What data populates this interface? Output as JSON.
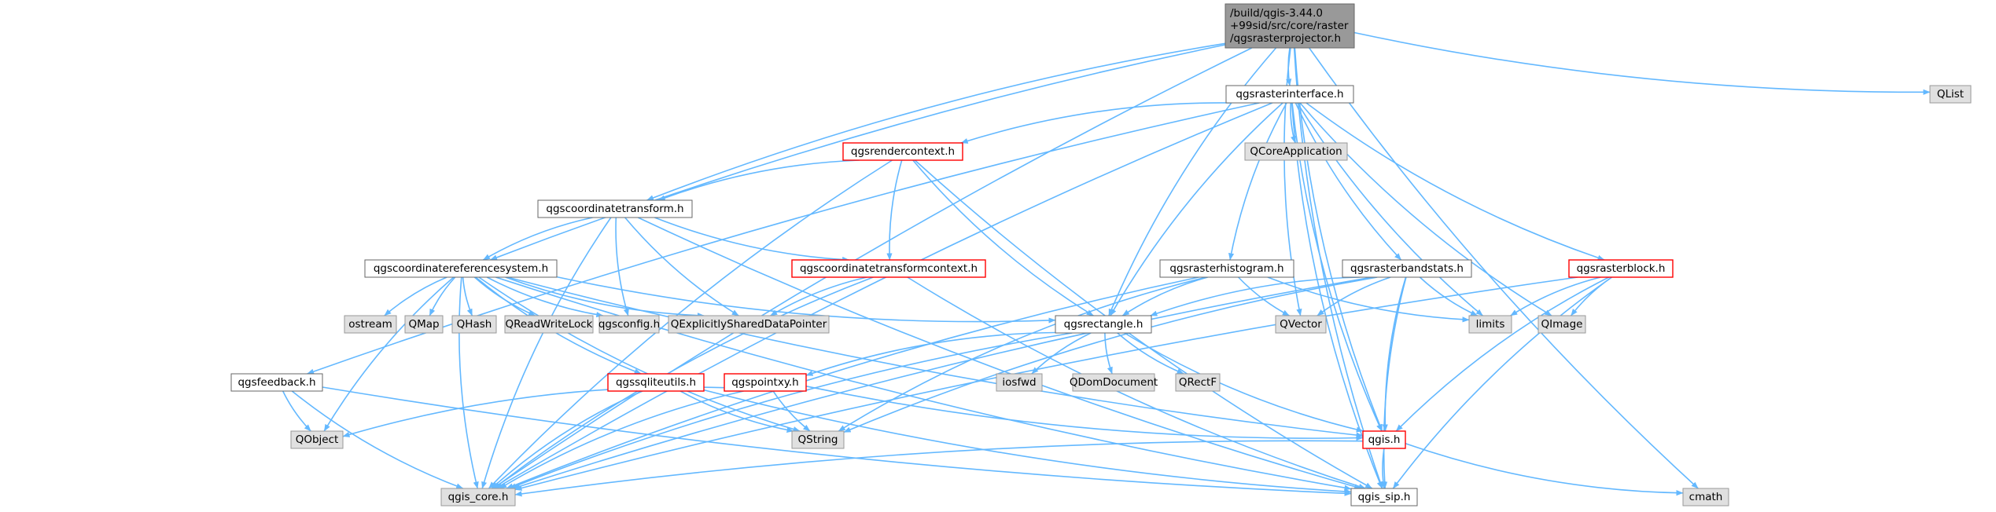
{
  "diagram": {
    "colors": {
      "edge": "#63b8ff",
      "root_fill": "#999999",
      "node_fill": "#ffffff",
      "external_fill": "#e0e0e0",
      "border": "#666666",
      "highlight_border": "#ff0000",
      "external_border": "#999999"
    },
    "nodes": {
      "root": {
        "lines": [
          "/build/qgis-3.44.0",
          "+99sid/src/core/raster",
          "/qgsrasterprojector.h"
        ],
        "kind": "root"
      },
      "qgsrasterinterface": {
        "lines": [
          "qgsrasterinterface.h"
        ],
        "kind": "normal"
      },
      "qlist": {
        "lines": [
          "QList"
        ],
        "kind": "external"
      },
      "qgsrendercontext": {
        "lines": [
          "qgsrendercontext.h"
        ],
        "kind": "highlight"
      },
      "qcoreapplication": {
        "lines": [
          "QCoreApplication"
        ],
        "kind": "external"
      },
      "qgscoordinatetransform": {
        "lines": [
          "qgscoordinatetransform.h"
        ],
        "kind": "normal"
      },
      "qgsrasterhistogram": {
        "lines": [
          "qgsrasterhistogram.h"
        ],
        "kind": "normal"
      },
      "qgsrasterbandstats": {
        "lines": [
          "qgsrasterbandstats.h"
        ],
        "kind": "normal"
      },
      "qgsrasterblock": {
        "lines": [
          "qgsrasterblock.h"
        ],
        "kind": "highlight"
      },
      "qgscrs": {
        "lines": [
          "qgscoordinatereferencesystem.h"
        ],
        "kind": "normal"
      },
      "qgsctcontext": {
        "lines": [
          "qgscoordinatetransformcontext.h"
        ],
        "kind": "highlight"
      },
      "ostream": {
        "lines": [
          "ostream"
        ],
        "kind": "external"
      },
      "qmap": {
        "lines": [
          "QMap"
        ],
        "kind": "external"
      },
      "qhash": {
        "lines": [
          "QHash"
        ],
        "kind": "external"
      },
      "qreadwritelock": {
        "lines": [
          "QReadWriteLock"
        ],
        "kind": "external"
      },
      "qgsconfig": {
        "lines": [
          "qgsconfig.h"
        ],
        "kind": "external"
      },
      "qexplicit": {
        "lines": [
          "QExplicitlySharedDataPointer"
        ],
        "kind": "external"
      },
      "qgsrectangle": {
        "lines": [
          "qgsrectangle.h"
        ],
        "kind": "normal"
      },
      "qvector": {
        "lines": [
          "QVector"
        ],
        "kind": "external"
      },
      "limits": {
        "lines": [
          "limits"
        ],
        "kind": "external"
      },
      "qimage": {
        "lines": [
          "QImage"
        ],
        "kind": "external"
      },
      "qgsfeedback": {
        "lines": [
          "qgsfeedback.h"
        ],
        "kind": "normal"
      },
      "qgssqliteutils": {
        "lines": [
          "qgssqliteutils.h"
        ],
        "kind": "highlight"
      },
      "qgspointxy": {
        "lines": [
          "qgspointxy.h"
        ],
        "kind": "highlight"
      },
      "iosfwd": {
        "lines": [
          "iosfwd"
        ],
        "kind": "external"
      },
      "qdomdocument": {
        "lines": [
          "QDomDocument"
        ],
        "kind": "external"
      },
      "qrectf": {
        "lines": [
          "QRectF"
        ],
        "kind": "external"
      },
      "qobject": {
        "lines": [
          "QObject"
        ],
        "kind": "external"
      },
      "qstring": {
        "lines": [
          "QString"
        ],
        "kind": "external"
      },
      "qgis": {
        "lines": [
          "qgis.h"
        ],
        "kind": "highlight"
      },
      "qgis_core": {
        "lines": [
          "qgis_core.h"
        ],
        "kind": "external"
      },
      "qgis_sip": {
        "lines": [
          "qgis_sip.h"
        ],
        "kind": "normal"
      },
      "cmath": {
        "lines": [
          "cmath"
        ],
        "kind": "external"
      }
    },
    "edges": [
      [
        "root",
        "qgsrasterinterface"
      ],
      [
        "root",
        "qlist"
      ],
      [
        "root",
        "qgscoordinatetransform"
      ],
      [
        "root",
        "qgscrs"
      ],
      [
        "root",
        "qgsrectangle"
      ],
      [
        "root",
        "qvector"
      ],
      [
        "root",
        "qgis_core"
      ],
      [
        "root",
        "qgis_sip"
      ],
      [
        "root",
        "cmath"
      ],
      [
        "root",
        "qgis"
      ],
      [
        "qgsrasterinterface",
        "qgsrendercontext"
      ],
      [
        "qgsrasterinterface",
        "qcoreapplication"
      ],
      [
        "qgsrasterinterface",
        "qgsrasterhistogram"
      ],
      [
        "qgsrasterinterface",
        "qgsrasterbandstats"
      ],
      [
        "qgsrasterinterface",
        "qgsrasterblock"
      ],
      [
        "qgsrasterinterface",
        "qgsrectangle"
      ],
      [
        "qgsrasterinterface",
        "limits"
      ],
      [
        "qgsrasterinterface",
        "qimage"
      ],
      [
        "qgsrasterinterface",
        "qgsfeedback"
      ],
      [
        "qgsrasterinterface",
        "qgis_core"
      ],
      [
        "qgsrasterinterface",
        "qgis_sip"
      ],
      [
        "qgsrasterinterface",
        "qgis"
      ],
      [
        "qgsrendercontext",
        "qgscoordinatetransform"
      ],
      [
        "qgsrendercontext",
        "qgsctcontext"
      ],
      [
        "qgsrendercontext",
        "qgsrectangle"
      ],
      [
        "qgsrendercontext",
        "qgis_core"
      ],
      [
        "qgsrendercontext",
        "qgis_sip"
      ],
      [
        "qgscoordinatetransform",
        "qgscrs"
      ],
      [
        "qgscoordinatetransform",
        "qgsctcontext"
      ],
      [
        "qgscoordinatetransform",
        "qgsconfig"
      ],
      [
        "qgscoordinatetransform",
        "qexplicit"
      ],
      [
        "qgscoordinatetransform",
        "qgis_core"
      ],
      [
        "qgscoordinatetransform",
        "qgis_sip"
      ],
      [
        "qgscrs",
        "ostream"
      ],
      [
        "qgscrs",
        "qmap"
      ],
      [
        "qgscrs",
        "qhash"
      ],
      [
        "qgscrs",
        "qreadwritelock"
      ],
      [
        "qgscrs",
        "qgsconfig"
      ],
      [
        "qgscrs",
        "qexplicit"
      ],
      [
        "qgscrs",
        "qgsrectangle"
      ],
      [
        "qgscrs",
        "qgssqliteutils"
      ],
      [
        "qgscrs",
        "qobject"
      ],
      [
        "qgscrs",
        "qstring"
      ],
      [
        "qgscrs",
        "qgis"
      ],
      [
        "qgscrs",
        "qgis_core"
      ],
      [
        "qgscrs",
        "qgis_sip"
      ],
      [
        "qgsctcontext",
        "qexplicit"
      ],
      [
        "qgsctcontext",
        "qgis_core"
      ],
      [
        "qgsctcontext",
        "qgis_sip"
      ],
      [
        "qgsrasterhistogram",
        "qgsrectangle"
      ],
      [
        "qgsrasterhistogram",
        "qvector"
      ],
      [
        "qgsrasterhistogram",
        "limits"
      ],
      [
        "qgsrasterhistogram",
        "qstring"
      ],
      [
        "qgsrasterhistogram",
        "qgis_core"
      ],
      [
        "qgsrasterbandstats",
        "qgsrectangle"
      ],
      [
        "qgsrasterbandstats",
        "qvector"
      ],
      [
        "qgsrasterbandstats",
        "limits"
      ],
      [
        "qgsrasterbandstats",
        "qstring"
      ],
      [
        "qgsrasterbandstats",
        "qgis"
      ],
      [
        "qgsrasterbandstats",
        "qgis_core"
      ],
      [
        "qgsrasterbandstats",
        "qgis_sip"
      ],
      [
        "qgsrasterblock",
        "limits"
      ],
      [
        "qgsrasterblock",
        "qimage"
      ],
      [
        "qgsrasterblock",
        "qgis"
      ],
      [
        "qgsrasterblock",
        "qgis_core"
      ],
      [
        "qgsrasterblock",
        "qgis_sip"
      ],
      [
        "qgsrectangle",
        "iosfwd"
      ],
      [
        "qgsrectangle",
        "qdomdocument"
      ],
      [
        "qgsrectangle",
        "qrectf"
      ],
      [
        "qgsrectangle",
        "qgspointxy"
      ],
      [
        "qgsrectangle",
        "qgis"
      ],
      [
        "qgsrectangle",
        "qgis_core"
      ],
      [
        "qgsfeedback",
        "qobject"
      ],
      [
        "qgsfeedback",
        "qgis_core"
      ],
      [
        "qgsfeedback",
        "qgis_sip"
      ],
      [
        "qgssqliteutils",
        "qstring"
      ],
      [
        "qgssqliteutils",
        "qgis_core"
      ],
      [
        "qgssqliteutils",
        "qgis_sip"
      ],
      [
        "qgspointxy",
        "qobject"
      ],
      [
        "qgspointxy",
        "qstring"
      ],
      [
        "qgspointxy",
        "qgis"
      ],
      [
        "qgspointxy",
        "qgis_core"
      ],
      [
        "qgis",
        "qgis_core"
      ],
      [
        "qgis",
        "qgis_sip"
      ],
      [
        "qgis",
        "cmath"
      ]
    ]
  }
}
